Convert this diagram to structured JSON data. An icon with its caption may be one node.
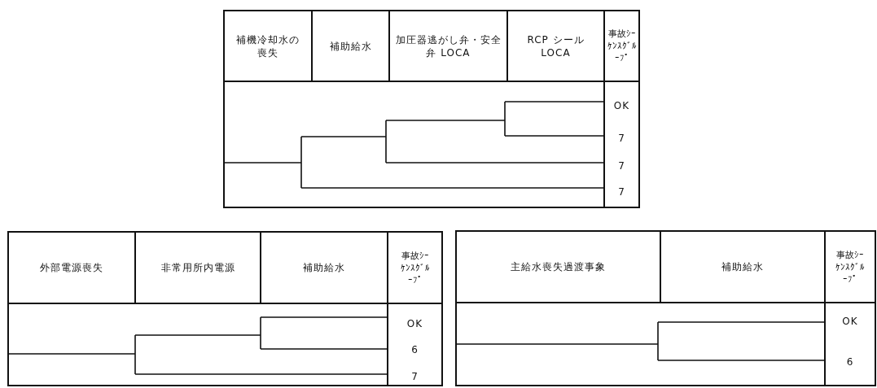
{
  "diagram": {
    "labels": [
      "補機冷却水の喪失",
      "補助給水",
      "加圧器逃がし弁・安全弁 LOCA",
      "RCP シール LOCA",
      "事故ｼｰｹﾝｽｸﾞﾙｰﾌﾟ",
      "OK",
      "7",
      "7",
      "7",
      "外部電源喪失",
      "非常用所内電源",
      "補助給水",
      "事故ｼｰｹﾝｽｸﾞﾙｰﾌﾟ",
      "OK",
      "6",
      "7",
      "主給水喪失過渡事象",
      "補助給水",
      "事故ｼｰｹﾝｽｸﾞﾙｰﾌﾟ",
      "OK",
      "6"
    ]
  }
}
